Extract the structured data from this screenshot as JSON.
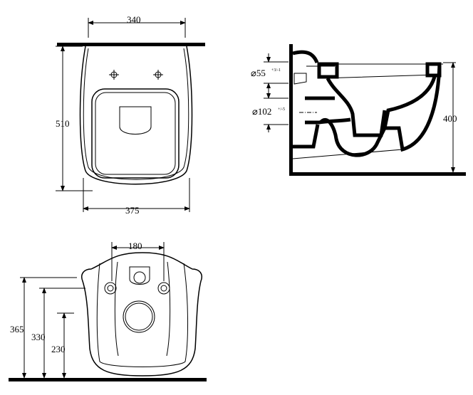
{
  "top_view": {
    "width_top": "340",
    "depth": "510",
    "width_bottom": "375"
  },
  "side_view": {
    "inlet_diameter": "⌀55",
    "inlet_tolerance": "+3/-1",
    "outlet_diameter": "⌀102",
    "outlet_tolerance": "+/-5",
    "height": "400"
  },
  "rear_view": {
    "bolt_spacing": "180",
    "height_1": "365",
    "height_2": "330",
    "height_3": "230"
  }
}
